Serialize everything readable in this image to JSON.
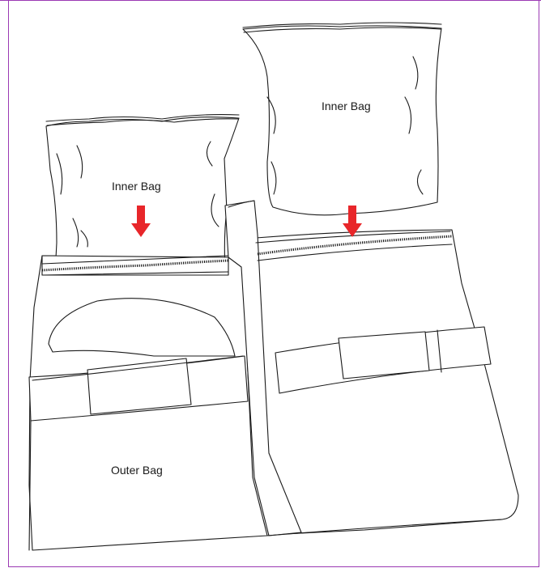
{
  "labels": {
    "inner_bag_left": "Inner Bag",
    "inner_bag_right": "Inner Bag",
    "outer_bag": "Outer Bag"
  },
  "colors": {
    "frame": "#9b39b3",
    "arrow": "#e8262a",
    "line": "#1a1a1a"
  },
  "icons": {
    "arrow_left": "down-arrow-icon",
    "arrow_right": "down-arrow-icon"
  }
}
